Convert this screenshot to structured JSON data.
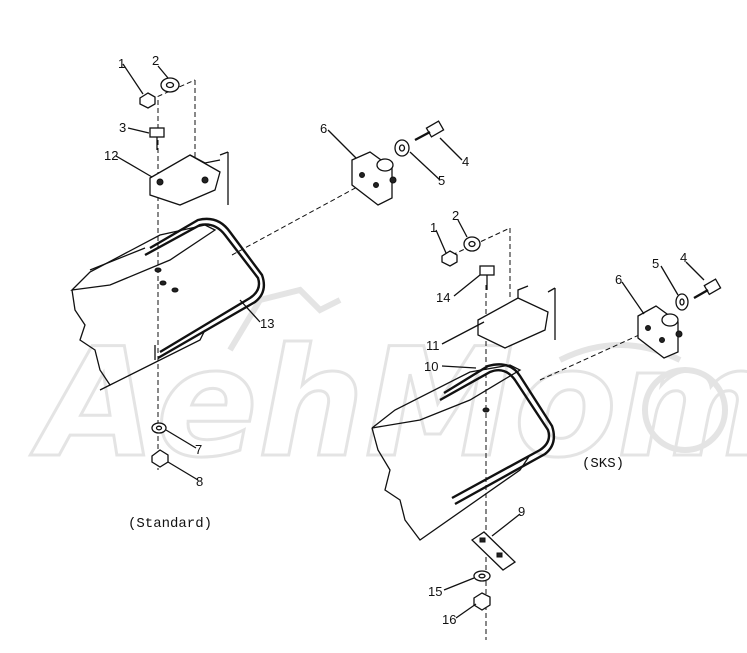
{
  "watermark": "AehMomo",
  "captions": {
    "standard": "(Standard)",
    "sks": "(SKS)"
  },
  "standard_labels": [
    "1",
    "2",
    "3",
    "12",
    "6",
    "4",
    "5",
    "13",
    "7",
    "8"
  ],
  "sks_labels": [
    "1",
    "2",
    "14",
    "11",
    "10",
    "6",
    "5",
    "4",
    "9",
    "15",
    "16"
  ]
}
